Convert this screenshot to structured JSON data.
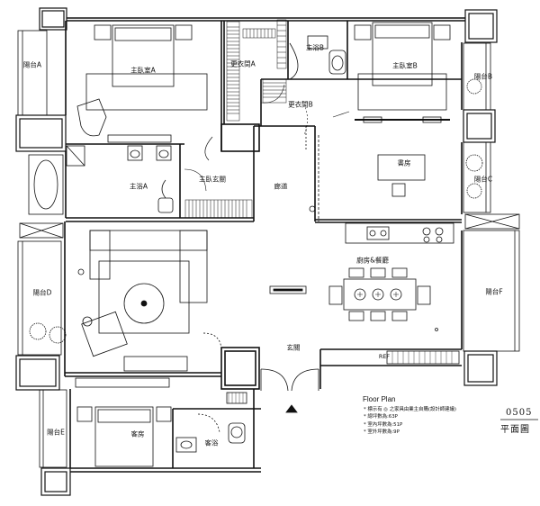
{
  "rooms": {
    "balcony_a": "陽台A",
    "balcony_b": "陽台B",
    "balcony_c": "陽台C",
    "balcony_d": "陽台D",
    "balcony_e": "陽台E",
    "balcony_f": "陽台F",
    "master_bedroom_a": "主臥室A",
    "master_bedroom_b": "主臥室B",
    "closet_a": "更衣間A",
    "closet_b": "更衣間B",
    "master_bath_a": "主浴A",
    "master_bath_b": "主浴B",
    "master_foyer": "主臥玄關",
    "study": "書房",
    "corridor": "廊道",
    "kitchen_dining": "廚房&餐廳",
    "entrance": "玄關",
    "guest_room": "客房",
    "guest_bath": "客浴",
    "fridge": "REF"
  },
  "legend": {
    "title": "Floor Plan",
    "lines": [
      "* 標示有 ◎ 之家具由業主自購(設計師建議)",
      "* 總坪數為:63P",
      "* 室內坪數為:51P",
      "* 室外坪數為:9P"
    ]
  },
  "plan": {
    "number": "0505",
    "title": "平面圖"
  }
}
